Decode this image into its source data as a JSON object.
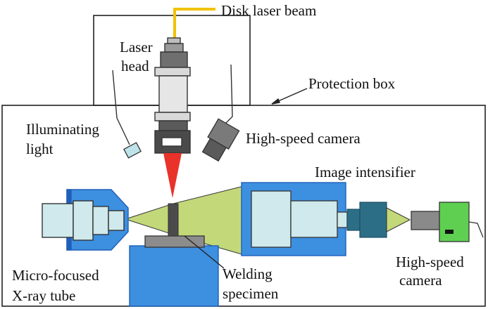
{
  "labels": {
    "disk_laser_beam": "Disk laser beam",
    "laser_head_line1": "Laser",
    "laser_head_line2": "head",
    "protection_box": "Protection box",
    "illuminating_line1": "Illuminating",
    "illuminating_line2": "light",
    "high_speed_camera_top": "High-speed camera",
    "image_intensifier": "Image intensifier",
    "micro_focused_line1": "Micro-focused",
    "micro_focused_line2": "X-ray tube",
    "welding_line1": "Welding",
    "welding_line2": "specimen",
    "high_speed_camera_right_line1": "High-speed",
    "high_speed_camera_right_line2": "camera"
  },
  "colors": {
    "fiber": "#f2c200",
    "xray_tube": "#3d8fe0",
    "xray_tube_dark": "#1f5fb8",
    "xray_inner": "#cfe9ec",
    "beam_cone": "#c2d879",
    "laser_beam": "#e8322a",
    "intensifier_box": "#3d8fe0",
    "lens_block": "#2c6e86",
    "camera_green": "#5fcf52",
    "camera_gray": "#8a8a8a",
    "laser_head_body": "#d4d4d4"
  }
}
